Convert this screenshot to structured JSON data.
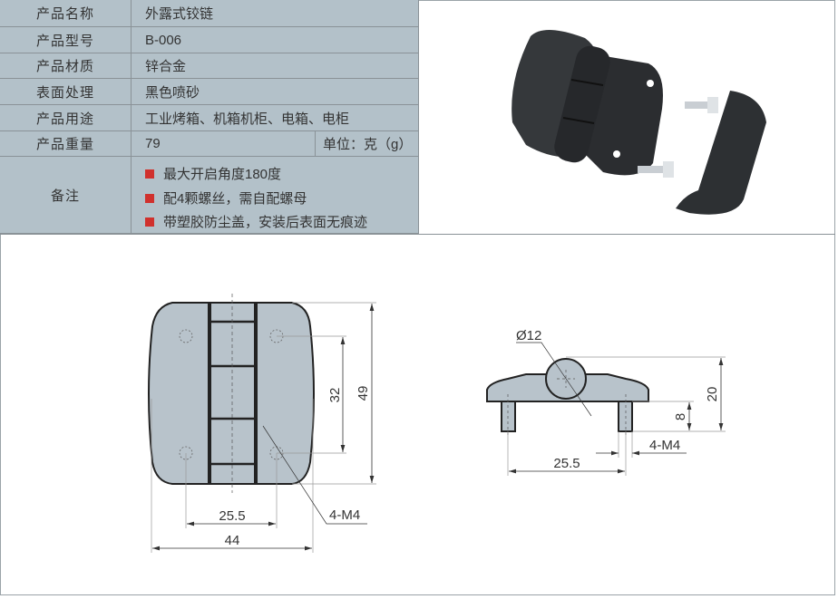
{
  "spec": {
    "rows": [
      {
        "label": "产品名称",
        "value": "外露式铰链"
      },
      {
        "label": "产品型号",
        "value": "B-006"
      },
      {
        "label": "产品材质",
        "value": "锌合金"
      },
      {
        "label": "表面处理",
        "value": "黑色喷砂"
      },
      {
        "label": "产品用途",
        "value": "工业烤箱、机箱机柜、电箱、电柜"
      },
      {
        "label": "产品重量",
        "value": "79",
        "unit": "单位：克（g）"
      }
    ],
    "notes_label": "备注",
    "notes": [
      "最大开启角度180度",
      "配4颗螺丝，需自配螺母",
      "带塑胶防尘盖，安装后表面无痕迹"
    ],
    "bullet_color": "#d0312d"
  },
  "front_view": {
    "height": "49",
    "hole_spacing_v": "32",
    "hole_spacing_h": "25.5",
    "width": "44",
    "holes": "4-M4"
  },
  "side_view": {
    "diameter": "Ø12",
    "height": "20",
    "pin_length": "8",
    "holes": "4-M4",
    "hole_spacing": "25.5"
  },
  "colors": {
    "table_bg": "#b3c1c9",
    "part_fill": "#b8c3cb"
  }
}
